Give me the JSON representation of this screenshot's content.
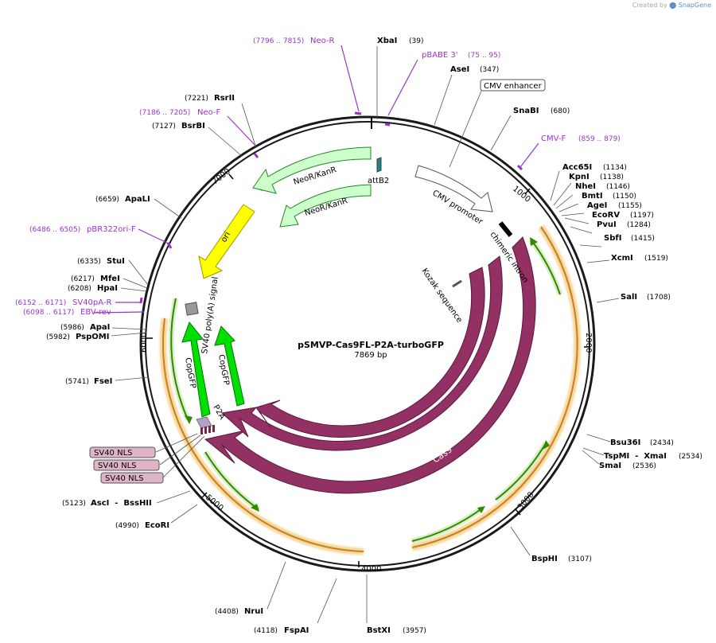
{
  "watermark": {
    "prefix": "Created by",
    "brand": "SnapGene"
  },
  "plasmid": {
    "name": "pSMVP-Cas9FL-P2A-turboGFP",
    "size": "7869 bp"
  },
  "ruler": [
    "1000",
    "2000",
    "3000",
    "4000",
    "5000",
    "6000",
    "7000"
  ],
  "colors": {
    "cas9": "#933064",
    "gfp": "#00e000",
    "ori": "#ffff00",
    "neo": "#ccffcc",
    "primer": "#9933cc",
    "orf_outline": "#e8b040",
    "orf_arrow": "#338800",
    "feature_box": "#e0b4c8",
    "attb2": "#2e8080",
    "sv40pa": "#999999"
  },
  "sites": [
    {
      "name": "XbaI",
      "pos": "(39)"
    },
    {
      "name": "AseI",
      "pos": "(347)"
    },
    {
      "name": "SnaBI",
      "pos": "(680)"
    },
    {
      "name": "Acc65I",
      "pos": "(1134)"
    },
    {
      "name": "KpnI",
      "pos": "(1138)"
    },
    {
      "name": "NheI",
      "pos": "(1146)"
    },
    {
      "name": "BmtI",
      "pos": "(1150)"
    },
    {
      "name": "AgeI",
      "pos": "(1155)"
    },
    {
      "name": "EcoRV",
      "pos": "(1197)"
    },
    {
      "name": "PvuI",
      "pos": "(1284)"
    },
    {
      "name": "SbfI",
      "pos": "(1415)"
    },
    {
      "name": "XcmI",
      "pos": "(1519)"
    },
    {
      "name": "SalI",
      "pos": "(1708)"
    },
    {
      "name": "Bsu36I",
      "pos": "(2434)"
    },
    {
      "name": "TspMI  -  XmaI",
      "pos": "(2534)"
    },
    {
      "name": "SmaI",
      "pos": "(2536)"
    },
    {
      "name": "BspHI",
      "pos": "(3107)"
    },
    {
      "name": "BstXI",
      "pos": "(3957)"
    },
    {
      "name": "FspAI",
      "pos": "(4118)"
    },
    {
      "name": "NruI",
      "pos": "(4408)"
    },
    {
      "name": "EcoRI",
      "pos": "(4990)"
    },
    {
      "name": "AscI  -  BssHII",
      "pos": "(5123)"
    },
    {
      "name": "FseI",
      "pos": "(5741)"
    },
    {
      "name": "PspOMI",
      "pos": "(5982)"
    },
    {
      "name": "ApaI",
      "pos": "(5986)"
    },
    {
      "name": "HpaI",
      "pos": "(6208)"
    },
    {
      "name": "MfeI",
      "pos": "(6217)"
    },
    {
      "name": "StuI",
      "pos": "(6335)"
    },
    {
      "name": "ApaLI",
      "pos": "(6659)"
    },
    {
      "name": "BsrBI",
      "pos": "(7127)"
    },
    {
      "name": "RsrII",
      "pos": "(7221)"
    }
  ],
  "primers": [
    {
      "name": "Neo-R",
      "range": "(7796 .. 7815)"
    },
    {
      "name": "pBABE 3'",
      "range": "(75 .. 95)"
    },
    {
      "name": "Neo-F",
      "range": "(7186 .. 7205)"
    },
    {
      "name": "CMV-F",
      "range": "(859 .. 879)"
    },
    {
      "name": "pBR322ori-F",
      "range": "(6486 .. 6505)"
    },
    {
      "name": "SV40pA-R",
      "range": "(6152 .. 6171)"
    },
    {
      "name": "EBV-rev",
      "range": "(6098 .. 6117)"
    }
  ],
  "features": {
    "cmv_enhancer": "CMV enhancer",
    "cmv_promoter": "CMV promoter",
    "chimeric_intron": "chimeric intron",
    "kozak": "Kozak sequence",
    "cas9": "Cas9",
    "neo_kanr": "NeoR/KanR",
    "attb2": "attB2",
    "ori": "ori",
    "sv40_polya": "SV40 poly(A) signal",
    "copgfp": "CopGFP",
    "p2a": "P2A",
    "sv40_nls": "SV40 NLS"
  }
}
